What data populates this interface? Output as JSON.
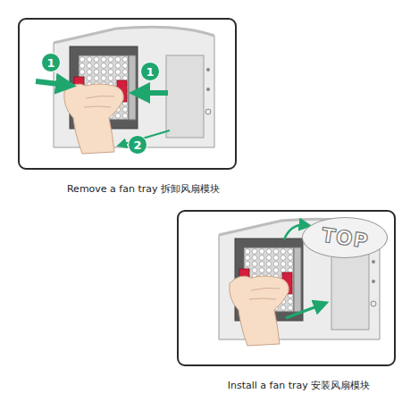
{
  "diagram": {
    "nodes": [
      {
        "text": [
          "Remove a fan tray 拆卸风扇模块"
        ]
      },
      {
        "text": [
          "1"
        ],
        "in": 0
      },
      {
        "text": [
          "1"
        ],
        "in": 0
      },
      {
        "text": [
          "2"
        ],
        "in": 0
      },
      {
        "text": [
          "Install a fan tray 安装风扇模块"
        ]
      },
      {
        "text": [
          "TOP"
        ],
        "in": 4
      }
    ]
  }
}
